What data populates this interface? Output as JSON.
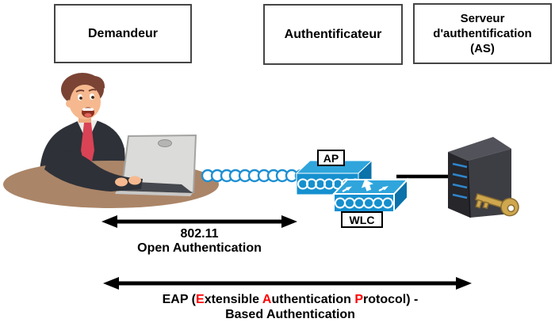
{
  "role_boxes": [
    {
      "id": "supplicant",
      "lines": [
        "Demandeur"
      ]
    },
    {
      "id": "authenticator",
      "lines": [
        "Authentificateur"
      ]
    },
    {
      "id": "auth_server",
      "lines": [
        "Serveur",
        "d'authentification",
        "(AS)"
      ]
    }
  ],
  "device_labels": {
    "ap": "AP",
    "wlc": "WLC"
  },
  "flows": {
    "open_auth": {
      "protocol": "802.11",
      "caption": "Open Authentication"
    },
    "eap": {
      "line1_segments": [
        {
          "text": "EAP ("
        },
        {
          "text": "E",
          "red": true
        },
        {
          "text": "xtensible "
        },
        {
          "text": "A",
          "red": true
        },
        {
          "text": "uthentication "
        },
        {
          "text": "P",
          "red": true
        },
        {
          "text": "rotocol) -"
        }
      ],
      "line2": "Based Authentication"
    }
  },
  "colors": {
    "emphasis_red": "#ff0000",
    "device_blue_front": "#1590cf",
    "device_blue_top": "#2fa5dc",
    "device_blue_side": "#0b72aa",
    "wireless_blue": "#1d8fd2",
    "desk_brown": "#ab8568",
    "server_dark": "#26262b",
    "server_side": "#3d3d44",
    "server_led_blue": "#2f86cc",
    "key_gold": "#cfa74e",
    "suit_dark": "#2e3138",
    "tie_red": "#d94355",
    "skin": "#f6b98f",
    "hair_brown": "#7a4334"
  }
}
